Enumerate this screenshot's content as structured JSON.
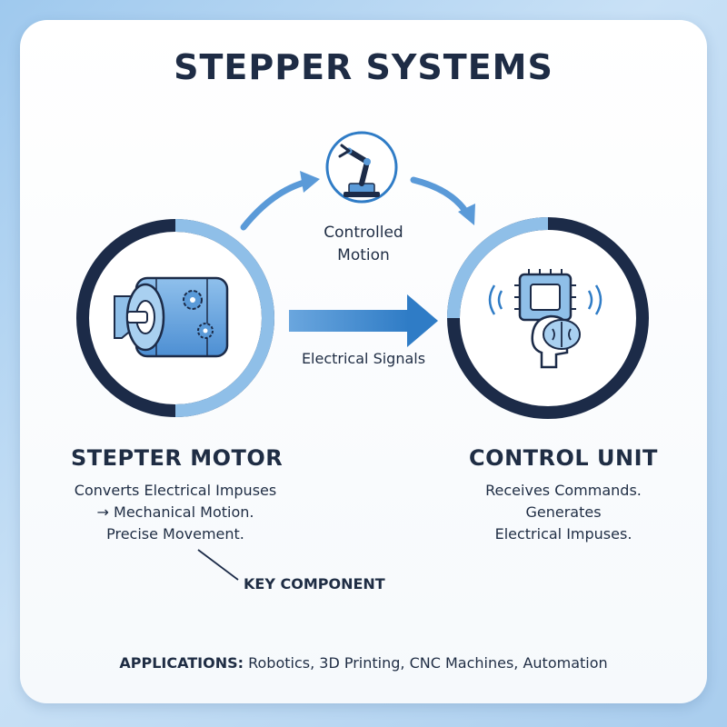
{
  "title": "STEPPER SYSTEMS",
  "center": {
    "line1": "Controlled",
    "line2": "Motion"
  },
  "arrow_label": "Electrical Signals",
  "motor": {
    "title": "STEPTER MOTOR",
    "lines": [
      "Converts Electrical Impuses",
      "→ Mechanical Motion.",
      "Precise Movement."
    ]
  },
  "control": {
    "title": "CONTROL UNIT",
    "lines": [
      "Receives Commands.",
      "Generates",
      "Electrical Impuses."
    ]
  },
  "callout": "KEY COMPONENT",
  "applications": {
    "label": "APPLICATIONS:",
    "items": "Robotics, 3D Printing, CNC Machines, Automation"
  },
  "colors": {
    "dark_navy": "#1c2b48",
    "accent_blue": "#5a9ad8",
    "light_blue": "#8fbfe8",
    "text": "#1f2d44"
  },
  "icons": {
    "top": "robot-arm-icon",
    "left": "stepper-motor-icon",
    "right": "chip-brain-icon"
  }
}
